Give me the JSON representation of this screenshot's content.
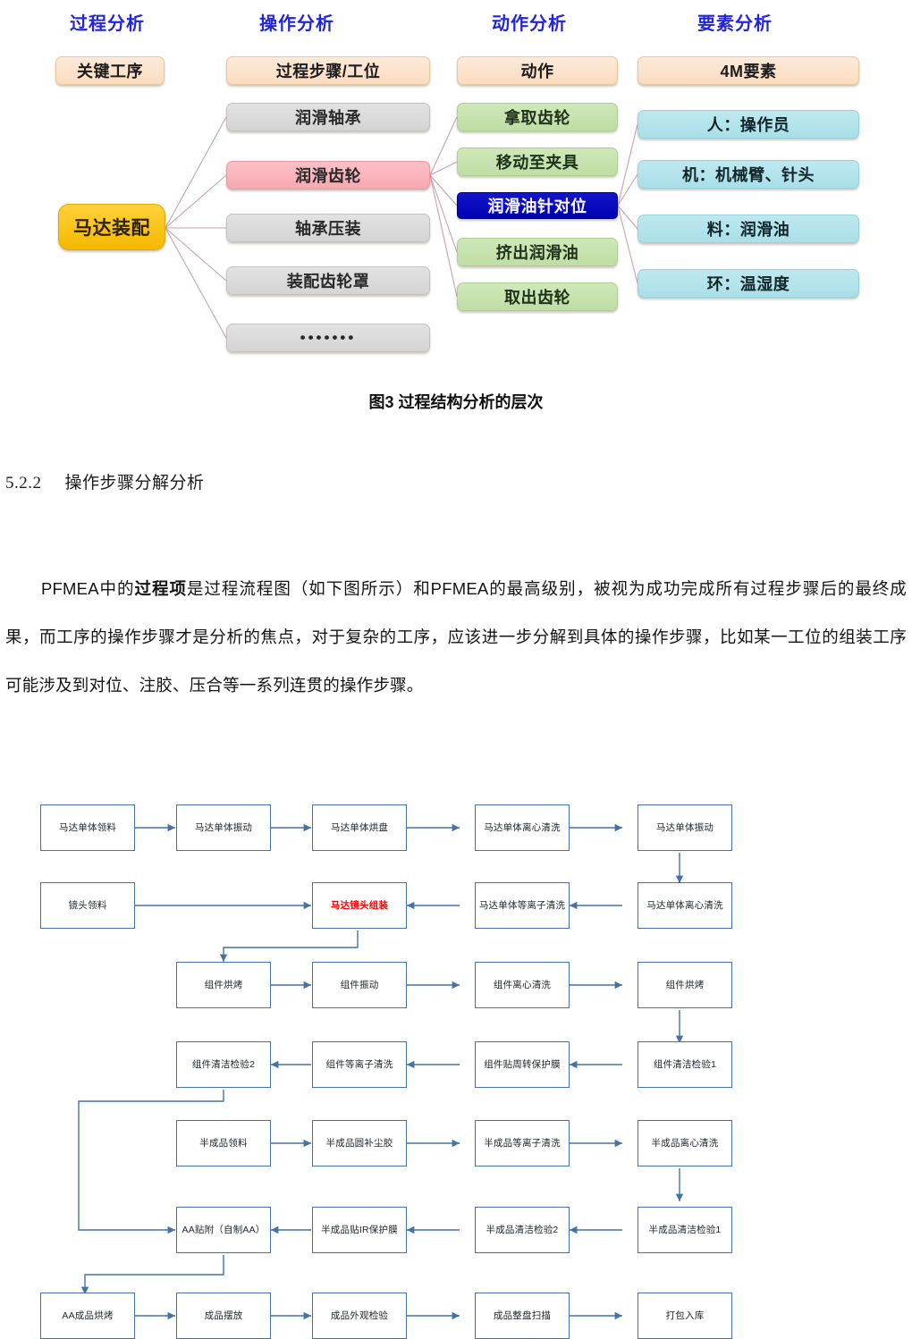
{
  "figure3": {
    "columns": [
      {
        "header": "过程分析"
      },
      {
        "header": "操作分析"
      },
      {
        "header": "动作分析"
      },
      {
        "header": "要素分析"
      }
    ],
    "col1": {
      "title": "关键工序",
      "root": "马达装配"
    },
    "col2": {
      "title": "过程步骤/工位",
      "items": [
        {
          "label": "润滑轴承",
          "style": "grey"
        },
        {
          "label": "润滑齿轮",
          "style": "pink"
        },
        {
          "label": "轴承压装",
          "style": "grey"
        },
        {
          "label": "装配齿轮罩",
          "style": "grey"
        },
        {
          "label": "•••••••",
          "style": "grey-dots"
        }
      ]
    },
    "col3": {
      "title": "动作",
      "items": [
        {
          "label": "拿取齿轮",
          "style": "green"
        },
        {
          "label": "移动至夹具",
          "style": "green"
        },
        {
          "label": "润滑油针对位",
          "style": "blue"
        },
        {
          "label": "挤出润滑油",
          "style": "green"
        },
        {
          "label": "取出齿轮",
          "style": "green"
        }
      ]
    },
    "col4": {
      "title": "4M要素",
      "items": [
        {
          "label": "人：操作员",
          "style": "cyan"
        },
        {
          "label": "机：机械臂、针头",
          "style": "cyan"
        },
        {
          "label": "料：润滑油",
          "style": "cyan"
        },
        {
          "label": "环：温湿度",
          "style": "cyan"
        }
      ]
    },
    "caption": "图3 过程结构分析的层次",
    "colors": {
      "header_blue": "#2325d8",
      "orange": "#fbdcbe",
      "grey": "#d9d9d9",
      "pink": "#f7a8b2",
      "gold": "#f5b800",
      "green": "#c5e0b4",
      "cyan": "#a9dfe8",
      "blue_highlight": "#0000b4",
      "connector": "#c9a0ac"
    }
  },
  "section": {
    "number": "5.2.2",
    "title": "操作步骤分解分析",
    "paragraph_part1": "PFMEA中的",
    "paragraph_bold": "过程项",
    "paragraph_part2": "是过程流程图（如下图所示）和PFMEA的最高级别，被视为成功完成所有过程步骤后的最终成果，而工序的操作步骤才是分析的焦点，对于复杂的工序，应该进一步分解到具体的操作步骤，比如某一工位的组装工序可能涉及到对位、注胶、压合等一系列连贯的操作步骤。"
  },
  "flowchart": {
    "line_color": "#4472a8",
    "highlight_color": "#ff0000",
    "rows": [
      {
        "name": "row-1-motor-unit",
        "boxes": [
          "马达单体领料",
          "马达单体振动",
          "马达单体烘盘",
          "马达单体离心清洗",
          "马达单体振动"
        ]
      },
      {
        "name": "row-2-lens-assembly",
        "boxes": [
          "镜头领料",
          "马达镜头组装",
          "马达单体等离子清洗",
          "马达单体离心清洗"
        ],
        "highlight": "马达镜头组装"
      },
      {
        "name": "row-3-module-bake",
        "boxes": [
          "组件烘烤",
          "组件振动",
          "组件离心清洗",
          "组件烘烤"
        ]
      },
      {
        "name": "row-4-module-inspect",
        "boxes": [
          "组件清洁检验2",
          "组件等离子清洗",
          "组件贴周转保护膜",
          "组件清洁检验1"
        ]
      },
      {
        "name": "row-5-semifinished",
        "boxes": [
          "半成品领料",
          "半成品圆补尘胶",
          "半成品等离子清洗",
          "半成品离心清洗"
        ]
      },
      {
        "name": "row-6-aa-attach",
        "boxes": [
          "AA贴附（自制AA）",
          "半成品贴IR保护膜",
          "半成品清洁检验2",
          "半成品清洁检验1"
        ]
      },
      {
        "name": "row-7-final",
        "boxes": [
          "AA成品烘烤",
          "成品摆放",
          "成品外观检验",
          "成品整盘扫描",
          "打包入库"
        ]
      }
    ]
  }
}
